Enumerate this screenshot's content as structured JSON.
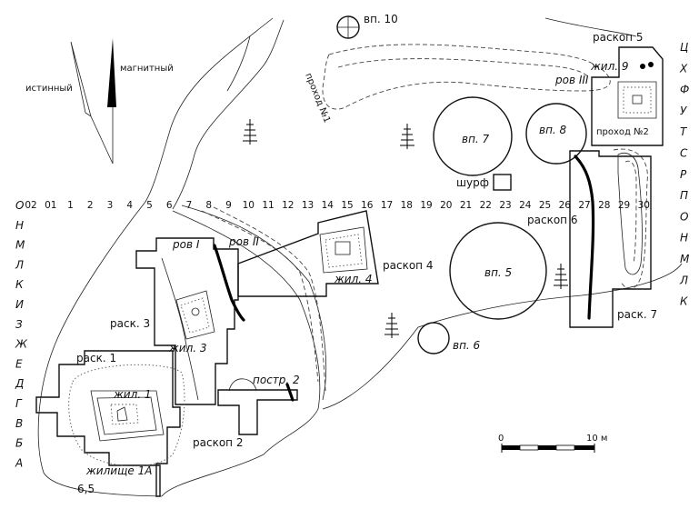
{
  "north_arrows": {
    "true_label": "истинный",
    "magnetic_label": "магнитный"
  },
  "grid": {
    "columns": [
      "02",
      "01",
      "1",
      "2",
      "3",
      "4",
      "5",
      "6",
      "7",
      "8",
      "9",
      "10",
      "11",
      "12",
      "13",
      "14",
      "15",
      "16",
      "17",
      "18",
      "19",
      "20",
      "21",
      "22",
      "23",
      "24",
      "25",
      "26",
      "27",
      "28",
      "29",
      "30"
    ],
    "rows_left": [
      "О",
      "Н",
      "М",
      "Л",
      "К",
      "И",
      "З",
      "Ж",
      "Е",
      "Д",
      "Г",
      "В",
      "Б",
      "А"
    ],
    "rows_right": [
      "Ц",
      "Х",
      "Ф",
      "У",
      "Т",
      "С",
      "Р",
      "П",
      "О",
      "Н",
      "М",
      "Л",
      "К"
    ]
  },
  "labels": {
    "vp10": "вп. 10",
    "vp7": "вп. 7",
    "vp8": "вп. 8",
    "vp5": "вп. 5",
    "vp6": "вп. 6",
    "shurf": "шурф",
    "raskop5": "раскоп 5",
    "zhil9": "жил. 9",
    "rov3": "ров III",
    "prokhod2": "проход №2",
    "prokhod1": "проход №1",
    "raskop6": "раскоп 6",
    "raskop4": "раскоп 4",
    "zhil4": "жил. 4",
    "rov1": "ров I",
    "rov2": "ров II",
    "rask3": "раск. 3",
    "zhil3": "жил. 3",
    "rask1": "раск. 1",
    "zhil1": "жил. 1",
    "postr2": "постр. 2",
    "raskop2": "раскоп 2",
    "zhilishche1a": "жилище 1А",
    "rask7": "раск. 7",
    "elev": "6,5"
  },
  "scale_bar": {
    "start": "0",
    "end": "10 м"
  }
}
